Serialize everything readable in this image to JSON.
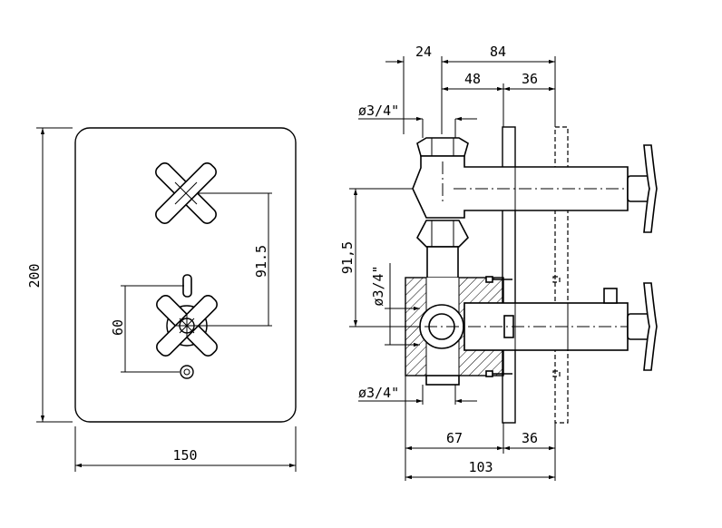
{
  "front_view": {
    "width_label": "150",
    "height_label": "200",
    "spacing_label": "91.5",
    "spout_label": "60"
  },
  "side_view": {
    "top_dims": {
      "d24": "24",
      "d84": "84",
      "d48": "48",
      "d36": "36"
    },
    "thread_top": "ø3/4\"",
    "thread_mid": "ø3/4\"",
    "thread_bottom": "ø3/4\"",
    "spacing_label": "91,5",
    "bottom_dims": {
      "d67": "67",
      "d36": "36",
      "d103": "103"
    }
  },
  "colors": {
    "line": "#000000",
    "background": "#ffffff"
  }
}
